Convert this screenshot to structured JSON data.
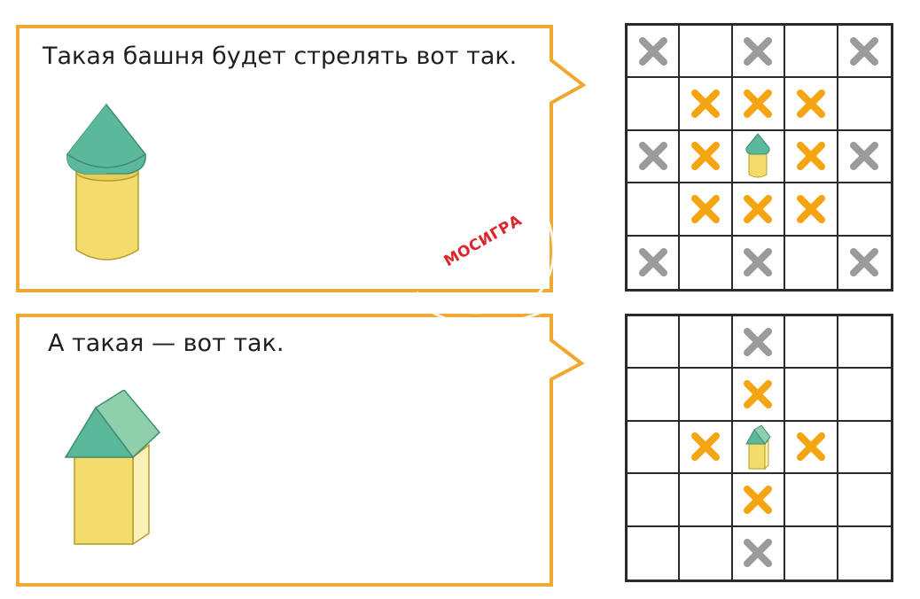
{
  "panels": [
    {
      "id": "round",
      "caption": "Такая башня будет стрелять вот так.",
      "tower_type": "round-tower",
      "grid": [
        [
          "gray",
          "",
          "gray",
          "",
          "gray"
        ],
        [
          "",
          "orange",
          "orange",
          "orange",
          ""
        ],
        [
          "gray",
          "orange",
          "tower",
          "orange",
          "gray"
        ],
        [
          "",
          "orange",
          "orange",
          "orange",
          ""
        ],
        [
          "gray",
          "",
          "gray",
          "",
          "gray"
        ]
      ]
    },
    {
      "id": "square",
      "caption": "А такая — вот так.",
      "tower_type": "square-tower",
      "grid": [
        [
          "",
          "",
          "gray",
          "",
          ""
        ],
        [
          "",
          "",
          "orange",
          "",
          ""
        ],
        [
          "",
          "orange",
          "tower",
          "orange",
          ""
        ],
        [
          "",
          "",
          "orange",
          "",
          ""
        ],
        [
          "",
          "",
          "gray",
          "",
          ""
        ]
      ]
    }
  ],
  "watermark": {
    "text": "МОСИГРА"
  },
  "colors": {
    "bubble_border": "#f0a830",
    "grid_line": "#2a2a2a",
    "orange_cross": "#f5a412",
    "gray_cross": "#9b9b9b",
    "roof": "#5bb89a",
    "roof_light": "#8fcfac",
    "tower_body": "#f4dc6c",
    "watermark": "#e0242b"
  }
}
